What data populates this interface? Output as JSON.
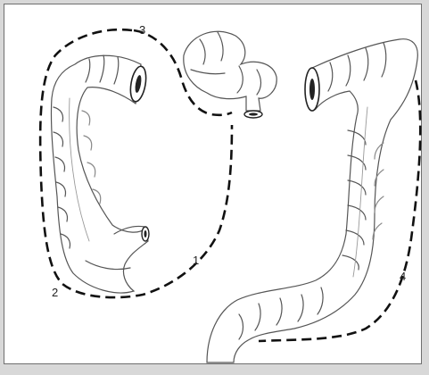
{
  "labels": [
    "1",
    "2",
    "3",
    "4"
  ],
  "colors": {
    "background": "#d8d8d8",
    "frame": "#ffffff",
    "outline": "#111111",
    "wall": "#555555",
    "haustra": "#8a8a8a"
  }
}
